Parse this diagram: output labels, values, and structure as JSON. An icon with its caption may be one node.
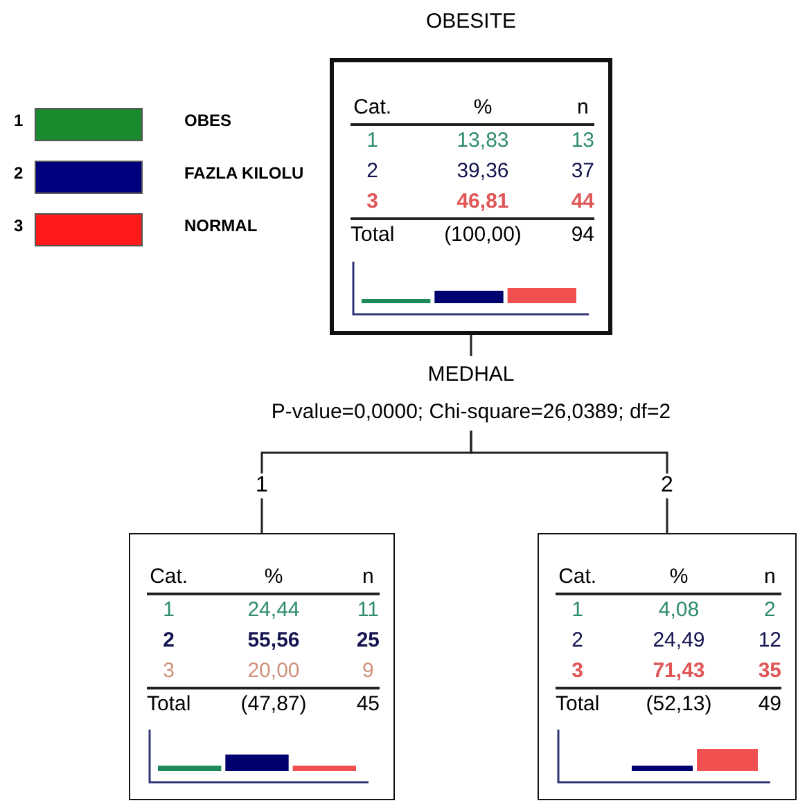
{
  "diagram": {
    "nodes": [
      {
        "text": [
          "OBESITE",
          "Cat.",
          "%",
          "n",
          "1",
          "13,83",
          "13",
          "2",
          "39,36",
          "37",
          "3",
          "46,81",
          "44",
          "Total",
          "(100,00)",
          "94"
        ]
      },
      {
        "text": [
          "MEDHAL",
          "P-value=0,0000; Chi-square=26,0389; df=2"
        ]
      },
      {
        "text": [
          "Cat.",
          "%",
          "n",
          "1",
          "24,44",
          "11",
          "2",
          "55,56",
          "25",
          "3",
          "20,00",
          "9",
          "Total",
          "(47,87)",
          "45"
        ]
      },
      {
        "text": [
          "Cat.",
          "%",
          "n",
          "1",
          "4,08",
          "2",
          "2",
          "24,49",
          "12",
          "3",
          "71,43",
          "35",
          "Total",
          "(52,13)",
          "49"
        ]
      }
    ],
    "edges": [
      {
        "from": 0,
        "to": 1,
        "arrow": "none"
      },
      {
        "from": 1,
        "to": 2,
        "arrow": "none",
        "label": "1"
      },
      {
        "from": 1,
        "to": 3,
        "arrow": "none",
        "label": "2"
      }
    ],
    "labels": [
      "1",
      "2",
      "3"
    ],
    "legend": [
      {
        "text": "OBES",
        "color": "#1a8a2e"
      },
      {
        "text": "FAZLA KILOLU",
        "color": "#00007f"
      },
      {
        "text": "NORMAL",
        "color": "#ff1a1a"
      }
    ]
  }
}
